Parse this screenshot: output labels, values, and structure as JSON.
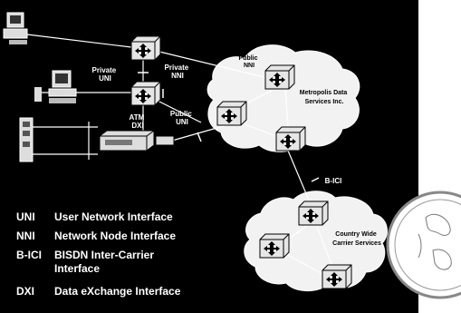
{
  "labels": {
    "private_uni": [
      "Private",
      "UNI"
    ],
    "private_nni": [
      "Private",
      "NNI"
    ],
    "public_nni": [
      "Public",
      "NNI"
    ],
    "public_uni": [
      "Public",
      "UNI"
    ],
    "atm_dxi": [
      "ATM",
      "DXI"
    ],
    "metropolis": [
      "Metropolis Data",
      "Services Inc."
    ],
    "bici_link": "B-ICI",
    "country_wide": [
      "Country Wide",
      "Carrier Services"
    ]
  },
  "legend": [
    {
      "abbr": "UNI",
      "desc": [
        "User Network Interface"
      ]
    },
    {
      "abbr": "NNI",
      "desc": [
        "Network Node Interface"
      ]
    },
    {
      "abbr": "B-ICI",
      "desc": [
        "BISDN Inter-Carrier",
        "Interface"
      ]
    },
    {
      "abbr": "DXI",
      "desc": [
        "Data eXchange Interface"
      ]
    }
  ],
  "colors": {
    "background": "#000000",
    "cloud": "#f2f2f2",
    "switch": "#e6e6e6",
    "text": "#ffffff",
    "cloud_text": "#000000"
  },
  "icons": [
    "workstation-icon",
    "atm-switch-icon",
    "router-icon",
    "globe-icon"
  ]
}
